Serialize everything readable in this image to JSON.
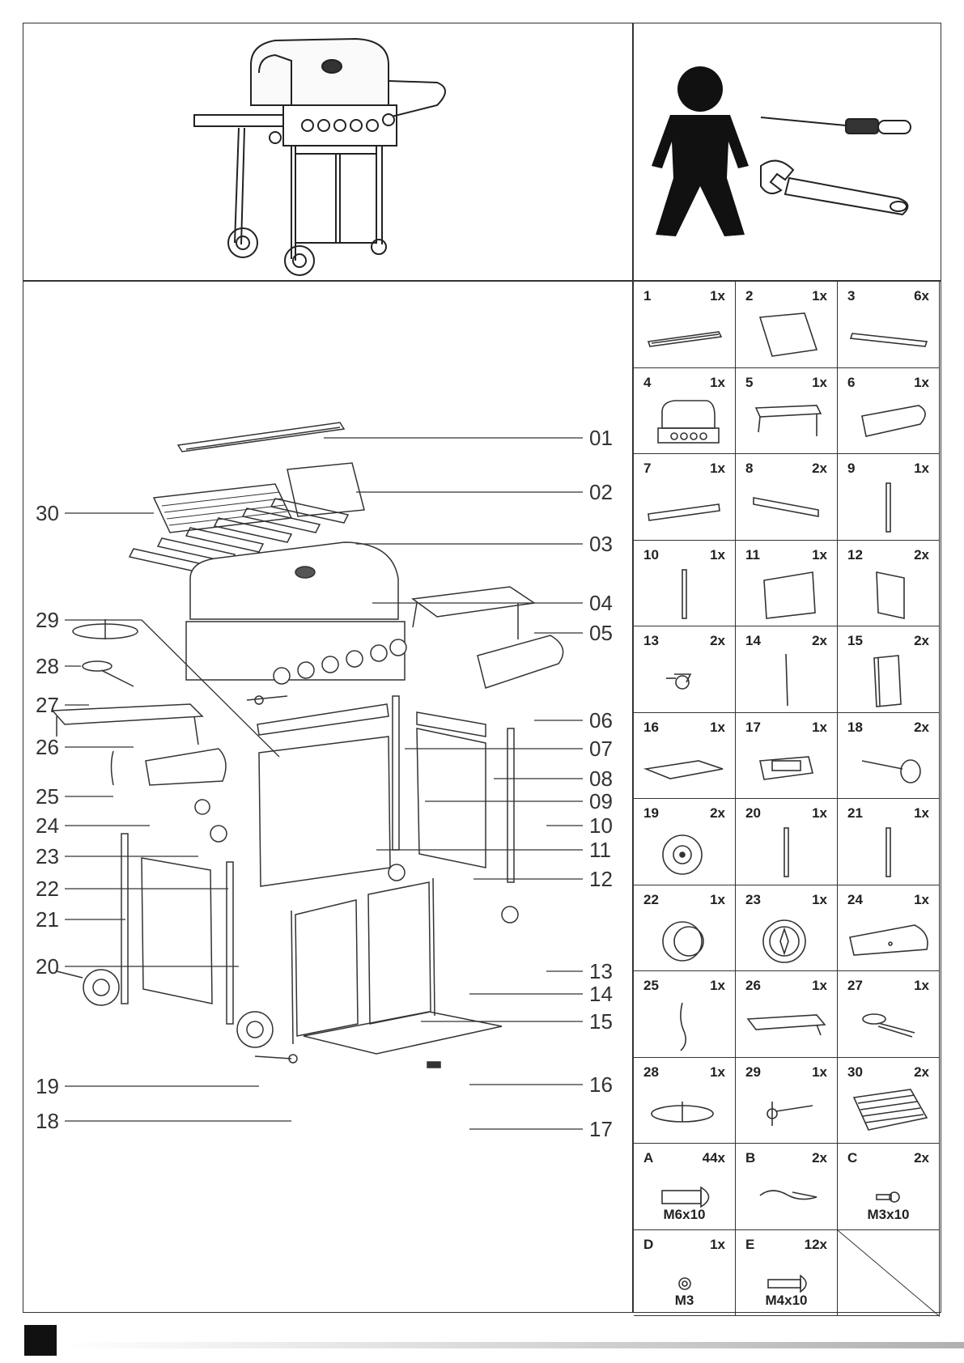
{
  "callouts_right": [
    "01",
    "02",
    "03",
    "04",
    "05",
    "06",
    "07",
    "08",
    "09",
    "10",
    "11",
    "12",
    "13",
    "14",
    "15",
    "16",
    "17"
  ],
  "callouts_left": [
    "30",
    "29",
    "28",
    "27",
    "26",
    "25",
    "24",
    "23",
    "22",
    "21",
    "20",
    "19",
    "18"
  ],
  "parts": [
    {
      "num": "1",
      "qty": "1x",
      "icon": "warming-rack-icon"
    },
    {
      "num": "2",
      "qty": "1x",
      "icon": "griddle-plate-icon"
    },
    {
      "num": "3",
      "qty": "6x",
      "icon": "flame-tamer-icon"
    },
    {
      "num": "4",
      "qty": "1x",
      "icon": "grill-head-icon"
    },
    {
      "num": "5",
      "qty": "1x",
      "icon": "side-shelf-icon"
    },
    {
      "num": "6",
      "qty": "1x",
      "icon": "shelf-panel-icon"
    },
    {
      "num": "7",
      "qty": "1x",
      "icon": "crossbar-icon"
    },
    {
      "num": "8",
      "qty": "2x",
      "icon": "brace-icon"
    },
    {
      "num": "9",
      "qty": "1x",
      "icon": "leg-icon"
    },
    {
      "num": "10",
      "qty": "1x",
      "icon": "leg-icon"
    },
    {
      "num": "11",
      "qty": "1x",
      "icon": "back-panel-icon"
    },
    {
      "num": "12",
      "qty": "2x",
      "icon": "side-panel-icon"
    },
    {
      "num": "13",
      "qty": "2x",
      "icon": "caster-icon"
    },
    {
      "num": "14",
      "qty": "2x",
      "icon": "rod-icon"
    },
    {
      "num": "15",
      "qty": "2x",
      "icon": "door-icon"
    },
    {
      "num": "16",
      "qty": "1x",
      "icon": "bottom-shelf-icon"
    },
    {
      "num": "17",
      "qty": "1x",
      "icon": "battery-box-icon"
    },
    {
      "num": "18",
      "qty": "2x",
      "icon": "axle-icon"
    },
    {
      "num": "19",
      "qty": "2x",
      "icon": "wheel-icon"
    },
    {
      "num": "20",
      "qty": "1x",
      "icon": "leg-icon"
    },
    {
      "num": "21",
      "qty": "1x",
      "icon": "leg-icon"
    },
    {
      "num": "22",
      "qty": "1x",
      "icon": "knob-icon"
    },
    {
      "num": "23",
      "qty": "1x",
      "icon": "bezel-icon"
    },
    {
      "num": "24",
      "qty": "1x",
      "icon": "burner-panel-icon"
    },
    {
      "num": "25",
      "qty": "1x",
      "icon": "ignition-wire-icon"
    },
    {
      "num": "26",
      "qty": "1x",
      "icon": "side-burner-shelf-icon"
    },
    {
      "num": "27",
      "qty": "1x",
      "icon": "side-burner-icon"
    },
    {
      "num": "28",
      "qty": "1x",
      "icon": "pot-support-icon"
    },
    {
      "num": "29",
      "qty": "1x",
      "icon": "valve-icon"
    },
    {
      "num": "30",
      "qty": "2x",
      "icon": "cooking-grate-icon"
    }
  ],
  "hardware": [
    {
      "num": "A",
      "qty": "44x",
      "size": "M6x10",
      "icon": "bolt-icon"
    },
    {
      "num": "B",
      "qty": "2x",
      "size": "",
      "icon": "r-pin-icon"
    },
    {
      "num": "C",
      "qty": "2x",
      "size": "M3x10",
      "icon": "small-bolt-icon"
    },
    {
      "num": "D",
      "qty": "1x",
      "size": "M3",
      "icon": "nut-icon"
    },
    {
      "num": "E",
      "qty": "12x",
      "size": "M4x10",
      "icon": "screw-icon"
    }
  ]
}
